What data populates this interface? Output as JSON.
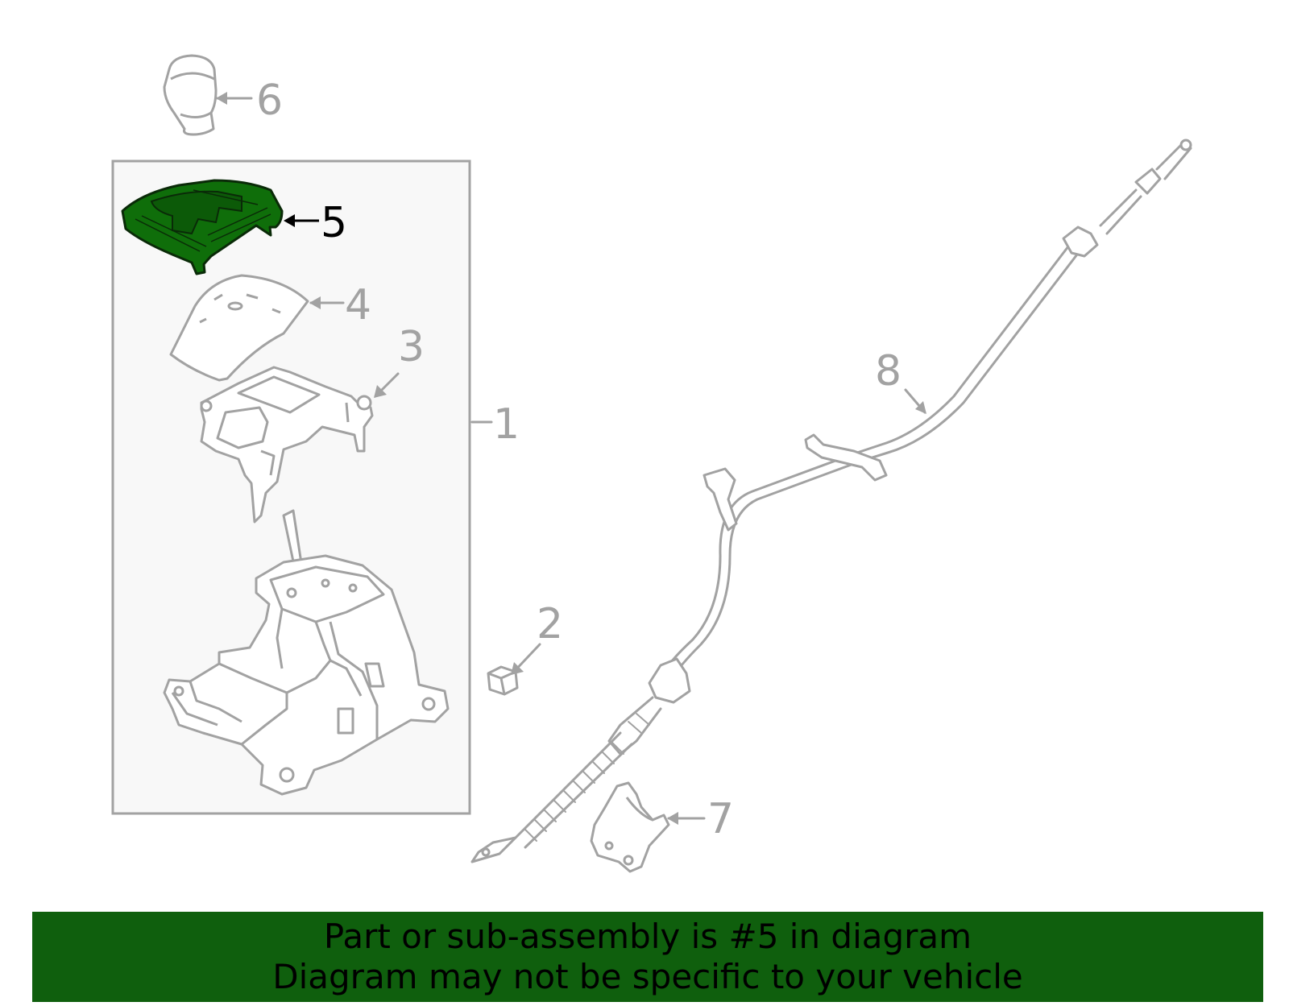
{
  "diagram": {
    "callouts": [
      {
        "id": "1",
        "text": "1"
      },
      {
        "id": "2",
        "text": "2"
      },
      {
        "id": "3",
        "text": "3"
      },
      {
        "id": "4",
        "text": "4"
      },
      {
        "id": "5",
        "text": "5"
      },
      {
        "id": "6",
        "text": "6"
      },
      {
        "id": "7",
        "text": "7"
      },
      {
        "id": "8",
        "text": "8"
      }
    ],
    "highlighted_part": "5",
    "colors": {
      "line": "#a2a2a2",
      "highlight_fill": "#0f6e0a",
      "highlight_stroke": "#0a2a08",
      "assembly_box_fill": "#f8f8f8",
      "banner_bg": "#0f5f0d"
    }
  },
  "banner": {
    "line1": "Part or sub-assembly is #5 in diagram",
    "line2": "Diagram may not be specific to your vehicle"
  }
}
